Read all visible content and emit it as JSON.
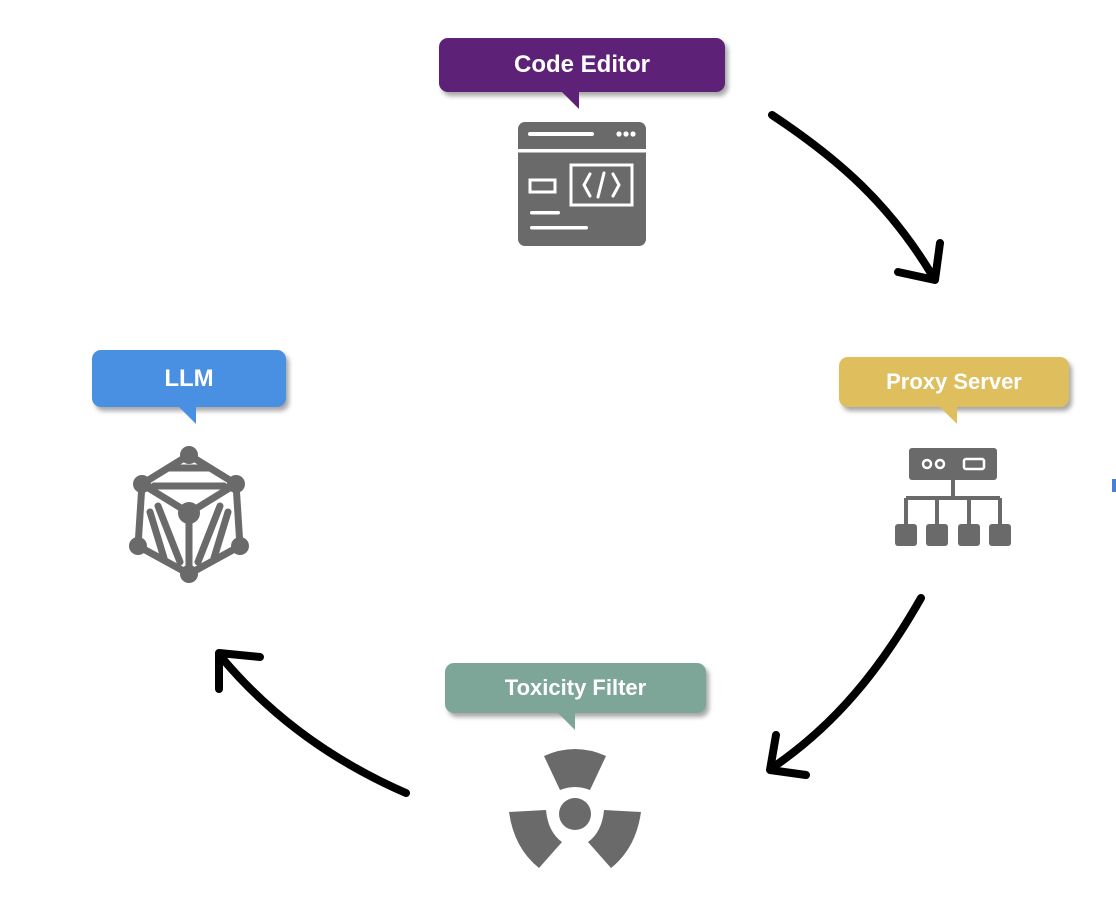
{
  "nodes": {
    "code_editor": {
      "label": "Code Editor",
      "color": "#5e2178",
      "icon": "code-window-icon"
    },
    "proxy_server": {
      "label": "Proxy Server",
      "color": "#dfbe5e",
      "icon": "server-network-icon"
    },
    "toxicity_filter": {
      "label": "Toxicity Filter",
      "color": "#7ea698",
      "icon": "radiation-icon"
    },
    "llm": {
      "label": "LLM",
      "color": "#4a90e2",
      "icon": "neural-network-icon"
    }
  },
  "flow": [
    "code_editor",
    "proxy_server",
    "toxicity_filter",
    "llm"
  ],
  "colors": {
    "icon": "#6a6a6a",
    "arrow": "#000000"
  }
}
